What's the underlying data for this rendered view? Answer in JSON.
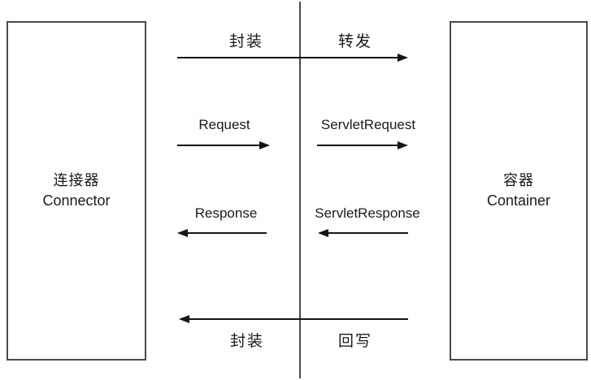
{
  "diagram": {
    "left_box": {
      "title_zh": "连接器",
      "title_en": "Connector"
    },
    "right_box": {
      "title_zh": "容器",
      "title_en": "Container"
    },
    "labels": {
      "encapsulate_top": "封装",
      "forward": "转发",
      "request": "Request",
      "servlet_request": "ServletRequest",
      "response": "Response",
      "servlet_response": "ServletResponse",
      "encapsulate_bottom": "封装",
      "write_back": "回写"
    },
    "colors": {
      "background": "#ffffff",
      "box_border": "#4a4a4a",
      "arrow": "#151515",
      "text": "#1a1a1a"
    }
  }
}
